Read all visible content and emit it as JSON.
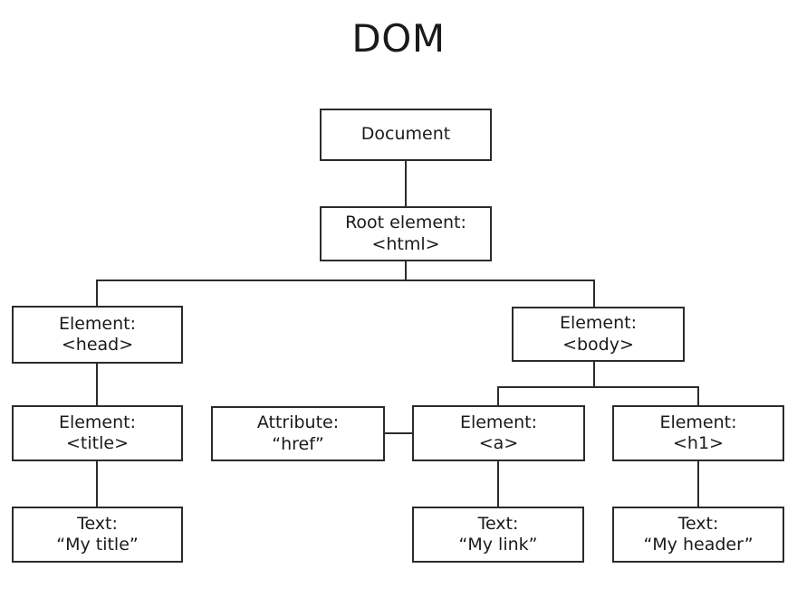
{
  "diagram": {
    "title": "DOM",
    "type": "tree",
    "background_color": "#ffffff",
    "line_color": "#2b2b2b",
    "text_color": "#1a1a1a",
    "nodes": [
      {
        "id": "document",
        "line1": "Document",
        "line2": ""
      },
      {
        "id": "html",
        "line1": "Root element:",
        "line2": "<html>"
      },
      {
        "id": "head",
        "line1": "Element:",
        "line2": "<head>"
      },
      {
        "id": "body",
        "line1": "Element:",
        "line2": "<body>"
      },
      {
        "id": "title",
        "line1": "Element:",
        "line2": "<title>"
      },
      {
        "id": "attr-href",
        "line1": "Attribute:",
        "line2": "“href”"
      },
      {
        "id": "anchor",
        "line1": "Element:",
        "line2": "<a>"
      },
      {
        "id": "h1",
        "line1": "Element:",
        "line2": "<h1>"
      },
      {
        "id": "text-title",
        "line1": "Text:",
        "line2": "“My title”"
      },
      {
        "id": "text-link",
        "line1": "Text:",
        "line2": "“My link”"
      },
      {
        "id": "text-head",
        "line1": "Text:",
        "line2": "“My header”"
      }
    ],
    "edges": [
      {
        "from": "document",
        "to": "html"
      },
      {
        "from": "html",
        "to": "head"
      },
      {
        "from": "html",
        "to": "body"
      },
      {
        "from": "head",
        "to": "title"
      },
      {
        "from": "title",
        "to": "text-title"
      },
      {
        "from": "body",
        "to": "anchor"
      },
      {
        "from": "body",
        "to": "h1"
      },
      {
        "from": "attr-href",
        "to": "anchor"
      },
      {
        "from": "anchor",
        "to": "text-link"
      },
      {
        "from": "h1",
        "to": "text-head"
      }
    ]
  }
}
